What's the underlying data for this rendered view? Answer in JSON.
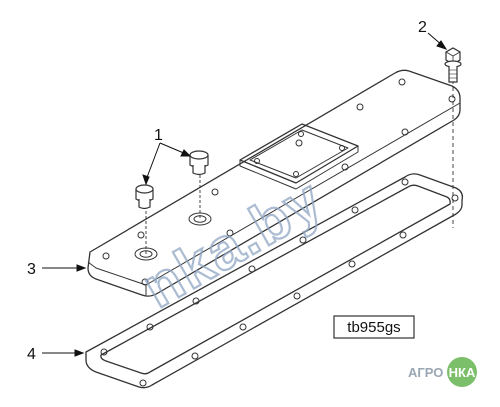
{
  "callouts": [
    {
      "id": "1",
      "label": "1"
    },
    {
      "id": "2",
      "label": "2"
    },
    {
      "id": "3",
      "label": "3"
    },
    {
      "id": "4",
      "label": "4"
    }
  ],
  "figure_code": "tb955gs",
  "watermark": "nka.by",
  "brand": {
    "prefix": "АГРО",
    "suffix": "НКА"
  },
  "colors": {
    "line": "#333333",
    "watermark": "#8fa6c4",
    "brand_green": "#7cbf6a",
    "brand_text": "#9aa6b2"
  }
}
